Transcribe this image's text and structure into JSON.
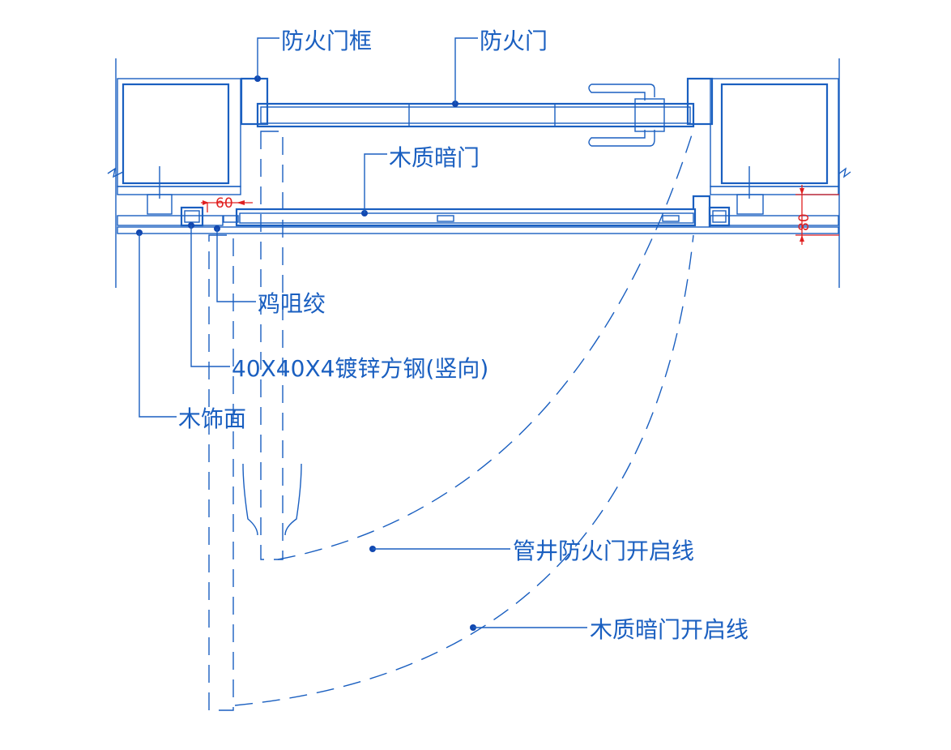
{
  "labels": {
    "fire_door_frame": "防火门框",
    "fire_door": "防火门",
    "wood_hidden_door": "木质暗门",
    "hinge": "鸡咀绞",
    "steel_tube": "40X40X4镀锌方钢(竖向)",
    "wood_finish": "木饰面",
    "shaft_fire_door_swing": "管井防火门开启线",
    "wood_door_swing": "木质暗门开启线"
  },
  "dimensions": {
    "gap": "60",
    "thickness": "80"
  },
  "colors": {
    "line": "#1a5fc0",
    "leader_dot": "#1248b0",
    "dimension": "#e02020",
    "background": "#ffffff"
  }
}
